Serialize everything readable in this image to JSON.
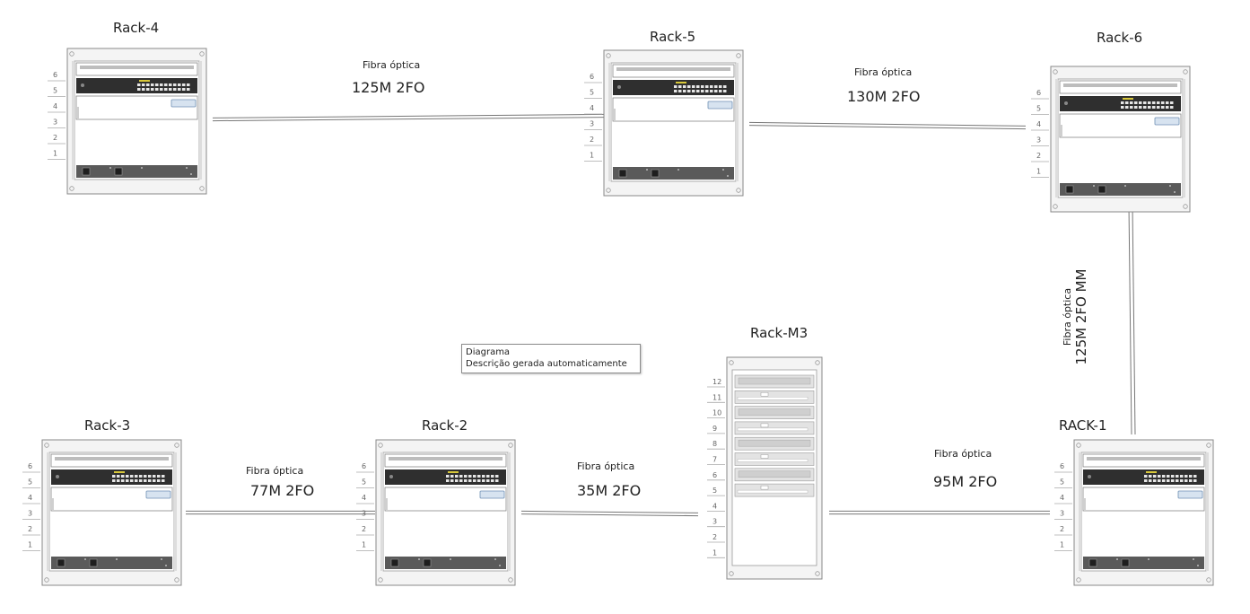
{
  "racks": [
    {
      "id": "rack-4",
      "title": "Rack-4",
      "units": [
        "6",
        "5",
        "4",
        "3",
        "2",
        "1"
      ]
    },
    {
      "id": "rack-5",
      "title": "Rack-5",
      "units": [
        "6",
        "5",
        "4",
        "3",
        "2",
        "1"
      ]
    },
    {
      "id": "rack-6",
      "title": "Rack-6",
      "units": [
        "6",
        "5",
        "4",
        "3",
        "2",
        "1"
      ]
    },
    {
      "id": "rack-3",
      "title": "Rack-3",
      "units": [
        "6",
        "5",
        "4",
        "3",
        "2",
        "1"
      ]
    },
    {
      "id": "rack-2",
      "title": "Rack-2",
      "units": [
        "6",
        "5",
        "4",
        "3",
        "2",
        "1"
      ]
    },
    {
      "id": "rack-m3",
      "title": "Rack-M3",
      "units": [
        "12",
        "11",
        "10",
        "9",
        "8",
        "7",
        "6",
        "5",
        "4",
        "3",
        "2",
        "1"
      ]
    },
    {
      "id": "rack-1",
      "title": "RACK-1",
      "units": [
        "6",
        "5",
        "4",
        "3",
        "2",
        "1"
      ]
    }
  ],
  "links": [
    {
      "id": "link-4-5",
      "from": "Rack-4",
      "to": "Rack-5",
      "type": "Fibra óptica",
      "spec": "125M 2FO"
    },
    {
      "id": "link-5-6",
      "from": "Rack-5",
      "to": "Rack-6",
      "type": "Fibra óptica",
      "spec": "130M 2FO"
    },
    {
      "id": "link-6-1",
      "from": "Rack-6",
      "to": "RACK-1",
      "type": "Fibra óptica",
      "spec": "125M 2FO MM"
    },
    {
      "id": "link-3-2",
      "from": "Rack-3",
      "to": "Rack-2",
      "type": "Fibra óptica",
      "spec": "77M 2FO"
    },
    {
      "id": "link-2-m3",
      "from": "Rack-2",
      "to": "Rack-M3",
      "type": "Fibra óptica",
      "spec": "35M 2FO"
    },
    {
      "id": "link-m3-1",
      "from": "Rack-M3",
      "to": "RACK-1",
      "type": "Fibra óptica",
      "spec": "95M 2FO"
    }
  ],
  "tooltip": {
    "line1": "Diagrama",
    "line2": "Descrição gerada automaticamente"
  }
}
